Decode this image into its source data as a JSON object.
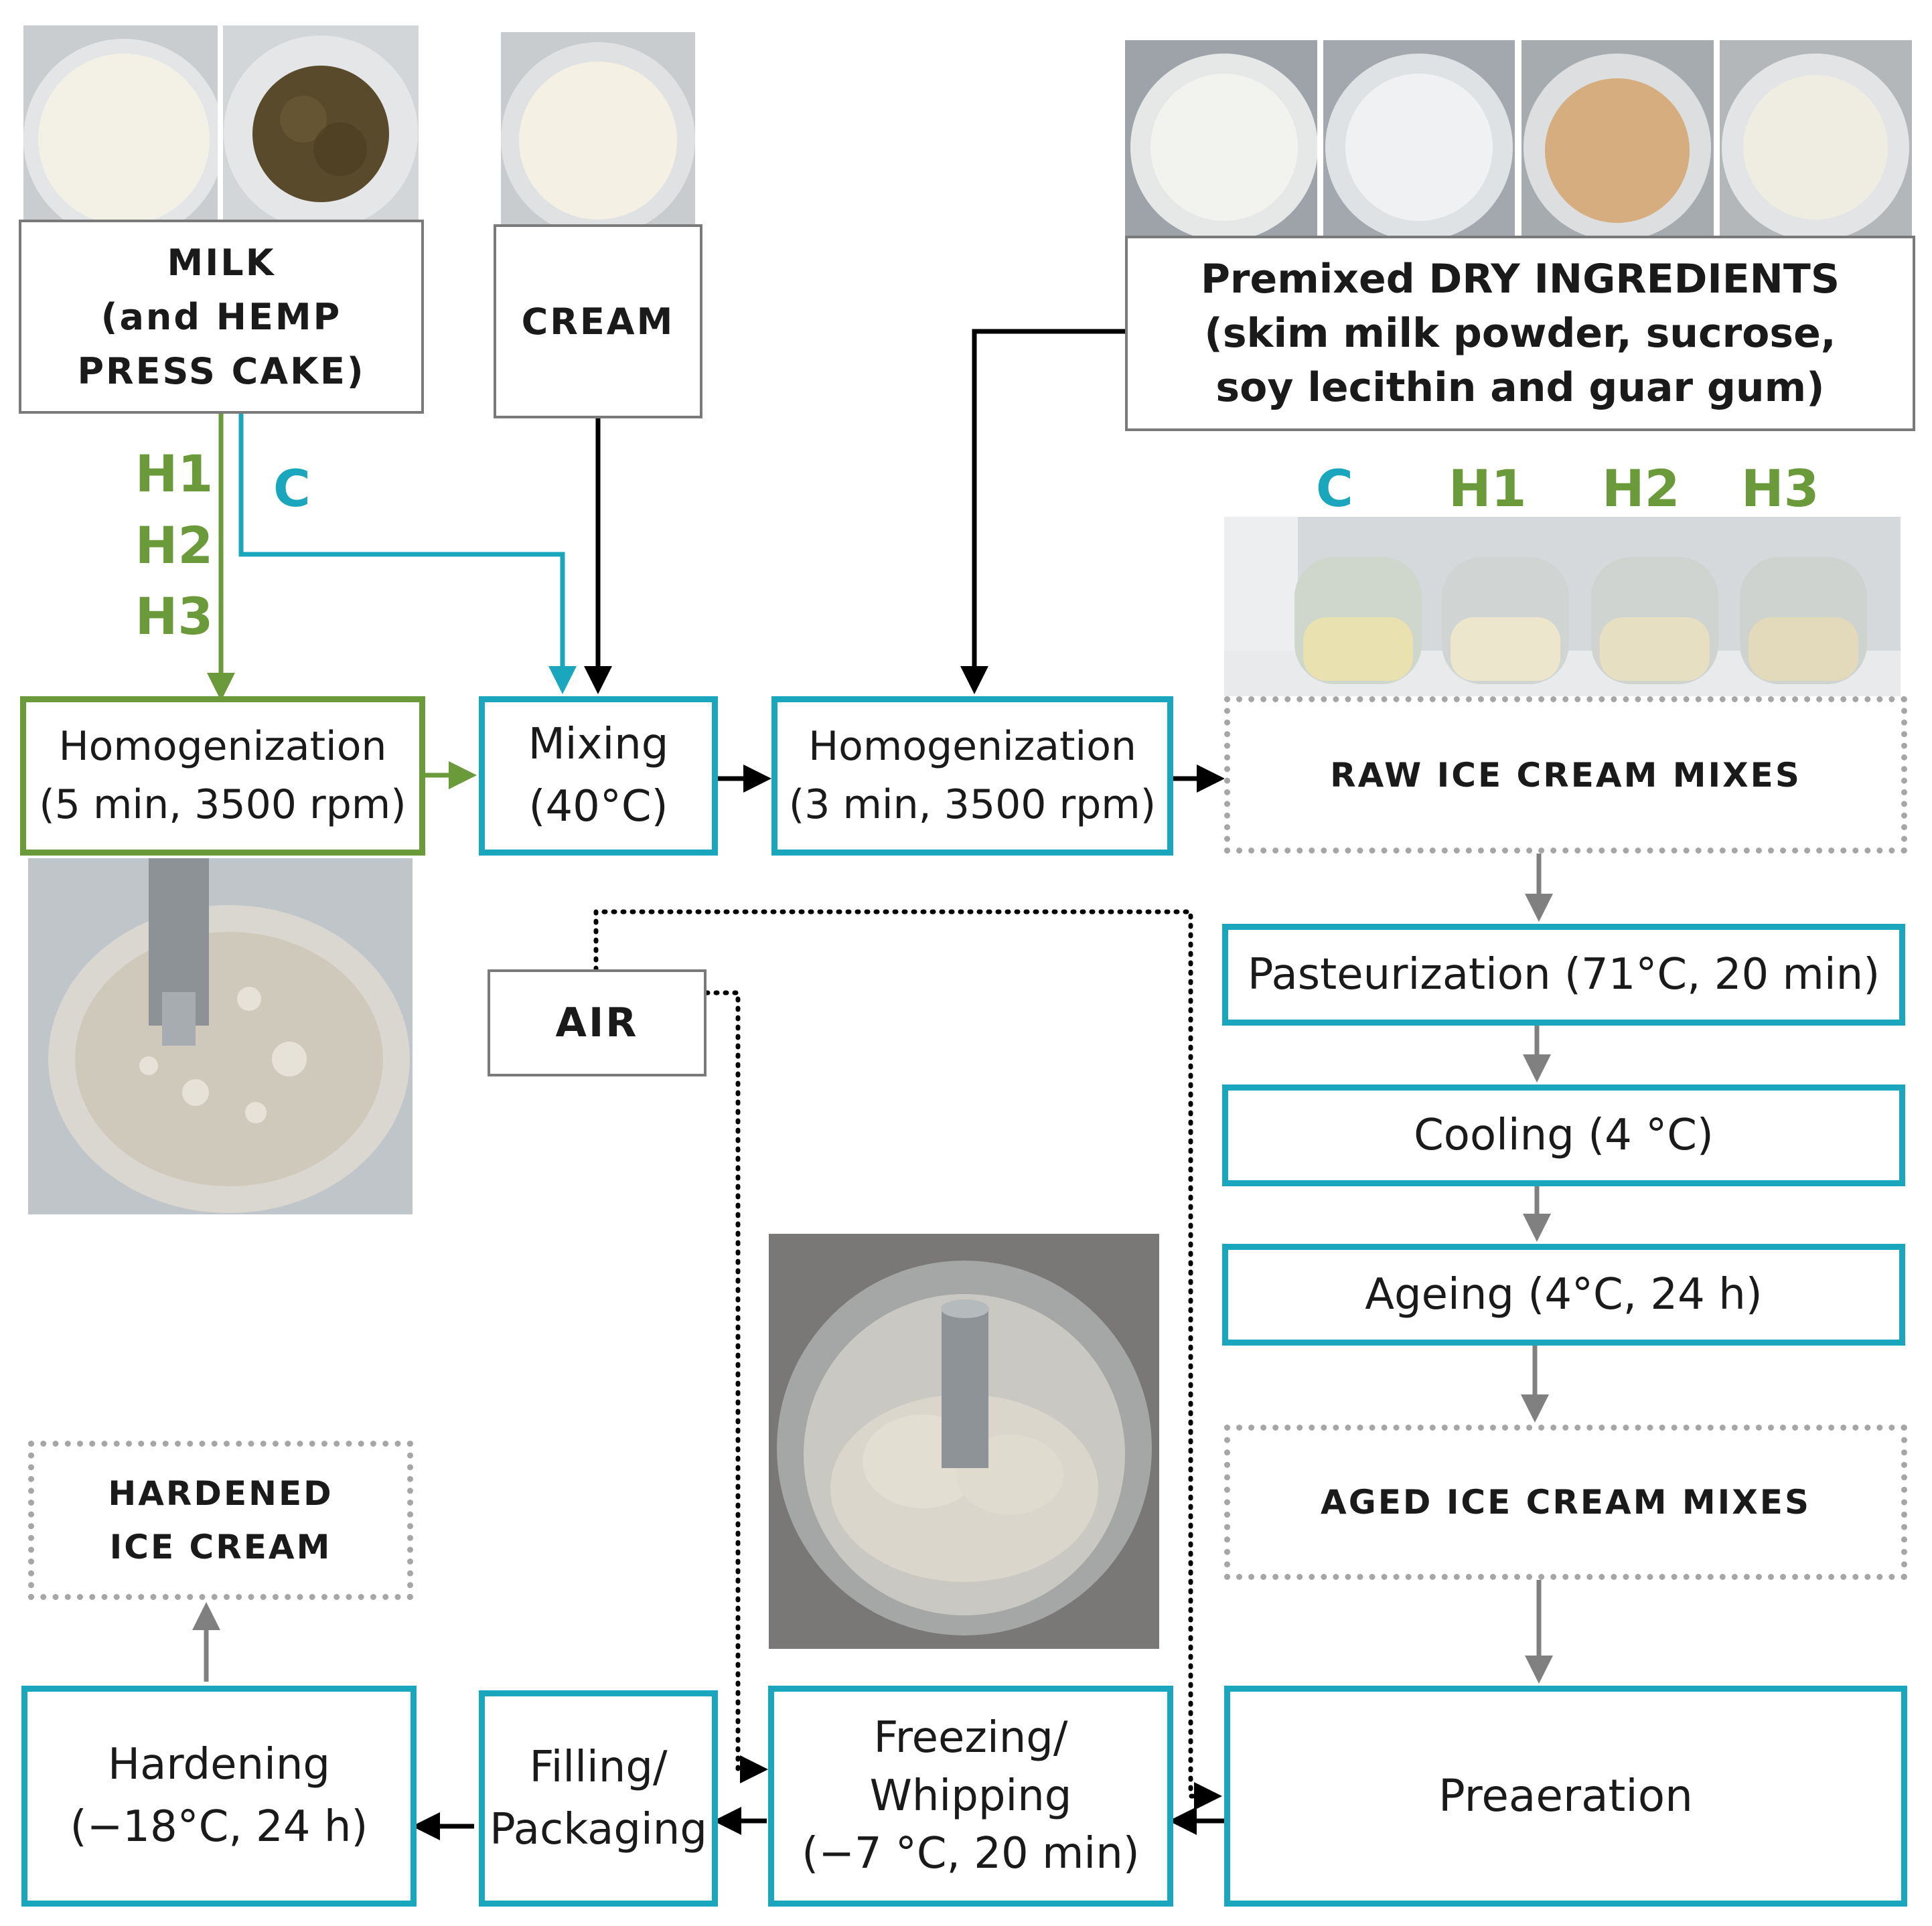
{
  "inputs": {
    "milk": {
      "line1": "MILK",
      "line2": "(and HEMP",
      "line3": "PRESS CAKE)"
    },
    "cream": "CREAM",
    "dry": {
      "line1": "Premixed DRY INGREDIENTS",
      "line2": "(skim milk powder, sucrose,",
      "line3": "soy lecithin and guar gum)"
    },
    "air": "AIR"
  },
  "variants": {
    "green_stack": [
      "H1",
      "H2",
      "H3"
    ],
    "teal": "C",
    "jar_labels": [
      "C",
      "H1",
      "H2",
      "H3"
    ]
  },
  "steps": {
    "homog1": {
      "line1": "Homogenization",
      "line2": "(5 min, 3500 rpm)"
    },
    "mixing": {
      "line1": "Mixing",
      "line2": "(40°C)"
    },
    "homog2": {
      "line1": "Homogenization",
      "line2": "(3 min, 3500 rpm)"
    },
    "raw_mixes": "RAW ICE CREAM MIXES",
    "pasteurization": "Pasteurization (71°C, 20 min)",
    "cooling": "Cooling (4 °C)",
    "ageing": "Ageing (4°C, 24 h)",
    "aged_mixes": "AGED ICE CREAM MIXES",
    "preaeration": "Preaeration",
    "freezing": {
      "line1": "Freezing/",
      "line2": "Whipping",
      "line3": "(−7 °C, 20 min)"
    },
    "filling": {
      "line1": "Filling/",
      "line2": "Packaging"
    },
    "hardening": {
      "line1": "Hardening",
      "line2": "(−18°C, 24 h)"
    },
    "hardened": {
      "line1": "HARDENED",
      "line2": "ICE CREAM"
    }
  },
  "colors": {
    "teal": "#1aa7bd",
    "green": "#6a9a3a",
    "arrow_gray": "#808080",
    "dotted_gray": "#a6a6a6"
  }
}
